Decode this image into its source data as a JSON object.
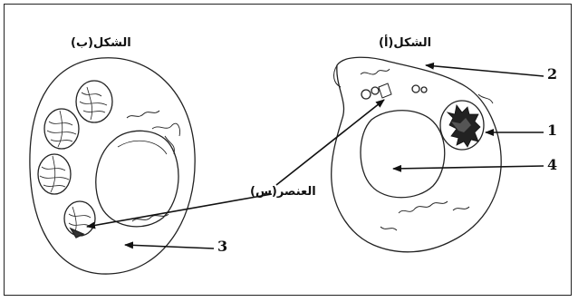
{
  "figure": {
    "titles": {
      "shape_b": "الشكل(ب)",
      "shape_a": "الشكل(أ)"
    },
    "element_label": "العنصر(س)",
    "numbers": {
      "n1": "1",
      "n2": "2",
      "n3": "3",
      "n4": "4"
    }
  }
}
